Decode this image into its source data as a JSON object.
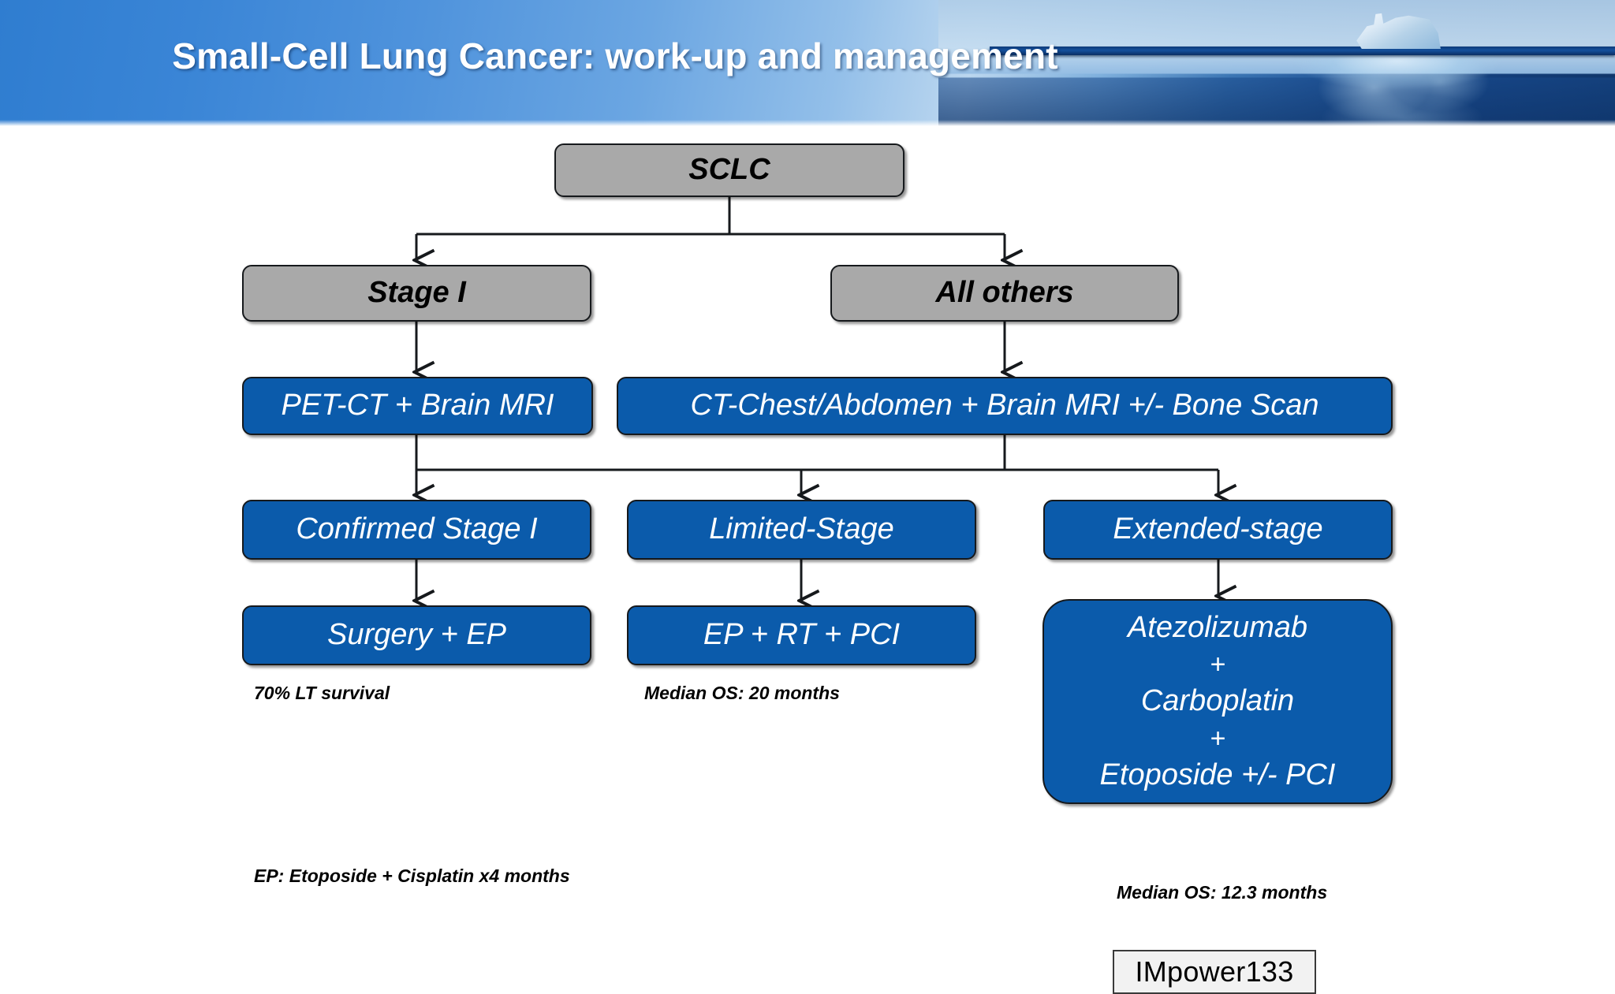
{
  "header": {
    "title": "Small-Cell Lung Cancer: work-up and management",
    "background_color": "#2f7dd0",
    "accent_color": "#0b5bab",
    "image_name": "iceberg-photo"
  },
  "diagram": {
    "type": "flowchart",
    "node_colors": {
      "gray_fill": "#a9a9a9",
      "blue_fill": "#0b5bab",
      "border": "#16191c",
      "gray_text": "#000000",
      "blue_text": "#ffffff"
    },
    "nodes": {
      "sclc": "SCLC",
      "stage1": "Stage I",
      "all_others": "All others",
      "pet_ct": "PET-CT + Brain MRI",
      "ct_chest": "CT-Chest/Abdomen + Brain MRI +/- Bone Scan",
      "confirmed_stage1": "Confirmed Stage I",
      "limited_stage": "Limited-Stage",
      "extended_stage": "Extended-stage",
      "surgery_ep": "Surgery + EP",
      "ep_rt_pci": "EP + RT + PCI",
      "atezo_line1": "Atezolizumab",
      "atezo_plus1": "+",
      "atezo_line2": "Carboplatin",
      "atezo_plus2": "+",
      "atezo_line3": "Etoposide +/- PCI"
    },
    "captions": {
      "lt_survival": "70% LT survival",
      "median_os_limited": "Median OS: 20 months",
      "median_os_extended": "Median OS: 12.3 months",
      "ep_legend": "EP: Etoposide + Cisplatin x4 months"
    },
    "trial_tag": "IMpower133"
  }
}
